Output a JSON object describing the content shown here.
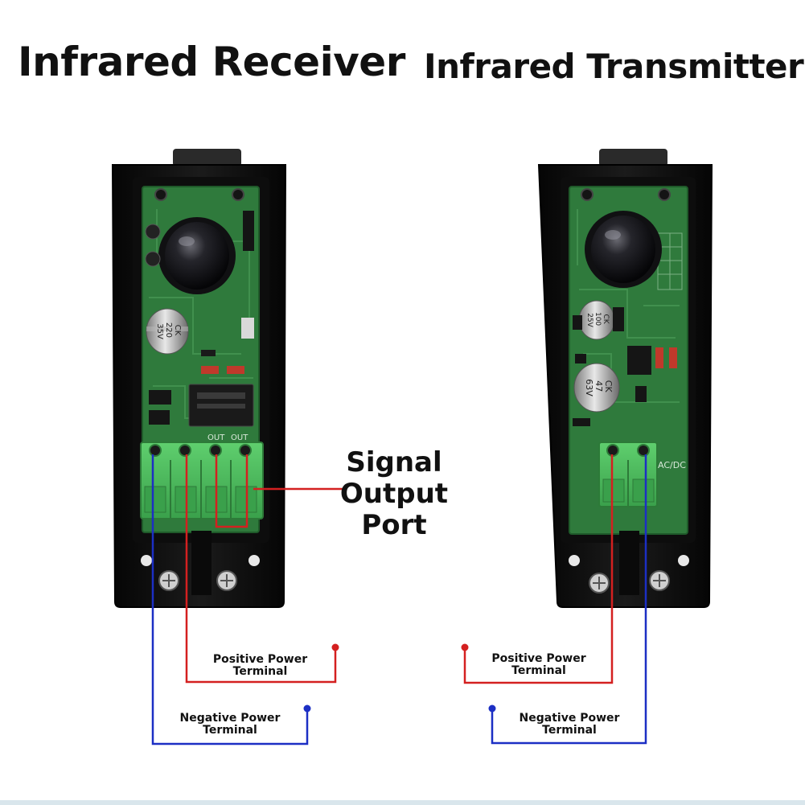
{
  "titles": {
    "receiver": "Infrared Receiver",
    "transmitter": "Infrared Transmitter"
  },
  "callouts": {
    "signal_output_port": [
      "Signal",
      "Output",
      "Port"
    ]
  },
  "receiver_labels": {
    "positive": [
      "Positive Power",
      "Terminal"
    ],
    "negative": [
      "Negative Power",
      "Terminal"
    ]
  },
  "transmitter_labels": {
    "positive": [
      "Positive Power",
      "Terminal"
    ],
    "negative": [
      "Negative Power",
      "Terminal"
    ]
  },
  "pcb_markings": {
    "receiver_cap": [
      "CK",
      "220",
      "35V"
    ],
    "transmitter_cap_small": [
      "CK",
      "100",
      "25V"
    ],
    "transmitter_cap_large": [
      "CK",
      "47",
      "63V"
    ],
    "out1": "OUT",
    "out2": "OUT",
    "acdc": "AC/DC"
  },
  "colors": {
    "positive_wire": "#d42020",
    "negative_wire": "#1c2fc4",
    "signal_wire": "#d42020",
    "pcb": "#2f7a3c",
    "terminal_block": "#4dbb5d",
    "housing": "#121212"
  }
}
